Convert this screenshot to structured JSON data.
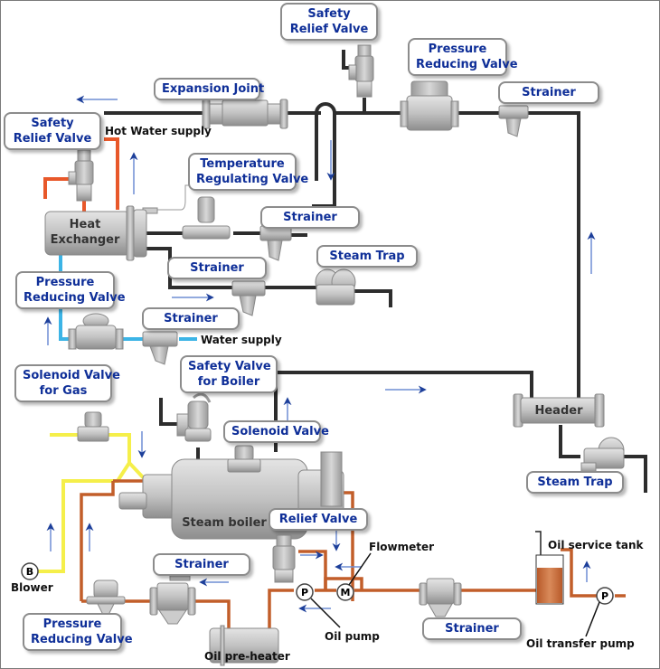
{
  "title": "Steam boiler system piping diagram",
  "colors": {
    "steam_pipe": "#2d2d2d",
    "hot_water_pipe": "#e8582a",
    "water_pipe": "#3cb4e6",
    "gas_pipe": "#f5ef4a",
    "oil_pipe": "#c25e2a",
    "flow_arrow": "#1d3f9a",
    "callout_text": "#0f2f98",
    "equipment": "#b9b9b9"
  },
  "callouts": {
    "safety_relief_valve_top": "Safety\nRelief Valve",
    "pressure_reducing_valve_top": "Pressure\nReducing Valve",
    "strainer_top": "Strainer",
    "expansion_joint": "Expansion Joint",
    "safety_relief_valve_left": "Safety\nRelief Valve",
    "temperature_regulating_valve": "Temperature\nRegulating Valve",
    "strainer_mid": "Strainer",
    "steam_trap_mid": "Steam Trap",
    "strainer_lower": "Strainer",
    "pressure_reducing_valve_water": "Pressure\nReducing Valve",
    "strainer_water": "Strainer",
    "solenoid_valve_gas": "Solenoid Valve\nfor Gas",
    "safety_valve_boiler": "Safety Valve\nfor Boiler",
    "solenoid_valve": "Solenoid Valve",
    "relief_valve": "Relief Valve",
    "strainer_oil_left": "Strainer",
    "pressure_reducing_valve_oil": "Pressure\nReducing Valve",
    "strainer_oil_right": "Strainer",
    "steam_trap_header": "Steam Trap"
  },
  "labels": {
    "hot_water_supply": "Hot Water supply",
    "water_supply": "Water supply",
    "flowmeter": "Flowmeter",
    "oil_service_tank": "Oil service tank",
    "oil_pump": "Oil pump",
    "oil_transfer_pump": "Oil transfer pump",
    "oil_pre_heater": "Oil pre-heater",
    "blower": "Blower"
  },
  "equipment": {
    "heat_exchanger": "Heat\nExchanger",
    "steam_boiler": "Steam boiler",
    "header": "Header"
  },
  "symbols": {
    "blower": "B",
    "oil_pump": "P",
    "oil_transfer_pump": "P",
    "flowmeter": "M"
  },
  "oil_tank_fill_level": 0.75
}
